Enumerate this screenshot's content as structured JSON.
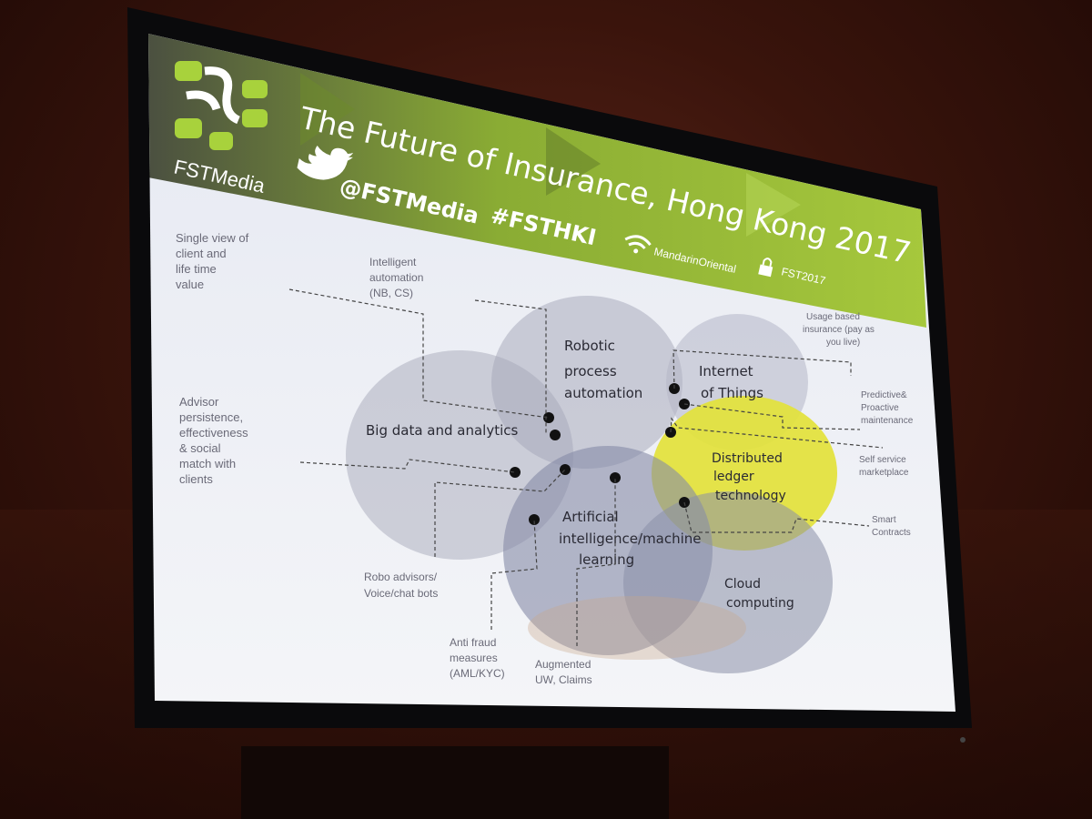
{
  "brand": {
    "name": "FSTMedia"
  },
  "header": {
    "title": "The Future of Insurance, Hong Kong 2017",
    "twitter_handle": "@FSTMedia",
    "hashtag": "#FSTHKI",
    "wifi_network": "MandarinOriental",
    "wifi_password": "FST2017",
    "icons": [
      "twitter-icon",
      "wifi-icon",
      "lock-icon"
    ]
  },
  "circles": {
    "big_data": "Big data and analytics",
    "rpa": [
      "Robotic",
      "process",
      "automation"
    ],
    "iot": [
      "Internet",
      "of Things"
    ],
    "dlt": [
      "Distributed",
      "ledger",
      "technology"
    ],
    "ai": [
      "Artificial",
      "intelligence/machine",
      "learning"
    ],
    "cloud": [
      "Cloud",
      "computing"
    ]
  },
  "callouts": {
    "single_view": [
      "Single view of",
      "client and",
      "life time",
      "value"
    ],
    "intelligent_automation": [
      "Intelligent",
      "automation",
      "(NB, CS)"
    ],
    "advisor": [
      "Advisor",
      "persistence,",
      "effectiveness",
      "& social",
      "match with",
      "clients"
    ],
    "robo": [
      "Robo advisors/",
      "Voice/chat bots"
    ],
    "anti_fraud": [
      "Anti fraud",
      "measures",
      "(AML/KYC)"
    ],
    "augmented": [
      "Augmented",
      "UW, Claims"
    ],
    "usage_based": [
      "Usage based",
      "insurance (pay as",
      "you live)"
    ],
    "predictive": [
      "Predictive&",
      "Proactive",
      "maintenance"
    ],
    "self_service": [
      "Self service",
      "marketplace"
    ],
    "smart_contracts": [
      "Smart",
      "Contracts"
    ]
  },
  "colors": {
    "header_green": "#9cc43a",
    "highlight_yellow": "#e3e23a",
    "circle_gray": "#a9abbe",
    "dot": "#111111"
  }
}
